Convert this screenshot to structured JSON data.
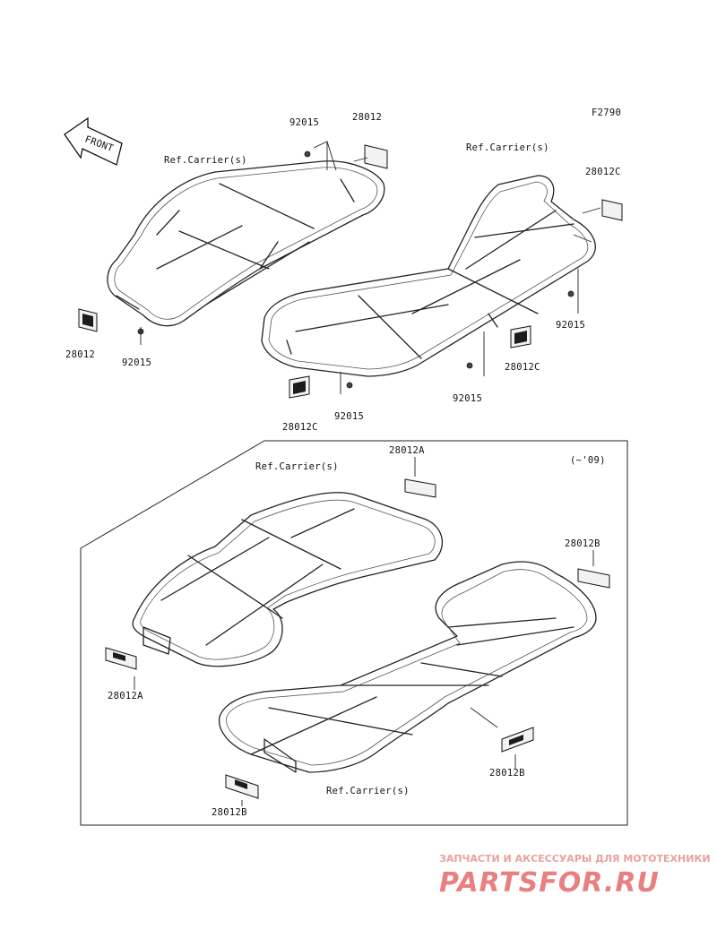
{
  "figure_code": "F2790",
  "front_arrow_label": "FRONT",
  "variant_note": "(~'09)",
  "labels": {
    "ref_carrier": "Ref.Carrier(s)",
    "part_28012": "28012",
    "part_28012A": "28012A",
    "part_28012B": "28012B",
    "part_28012C": "28012C",
    "part_92015": "92015"
  },
  "watermark": {
    "tagline": "ЗАПЧАСТИ И АКСЕССУАРЫ ДЛЯ МОТОТЕХНИКИ",
    "brand": "PARTSFOR.RU"
  }
}
